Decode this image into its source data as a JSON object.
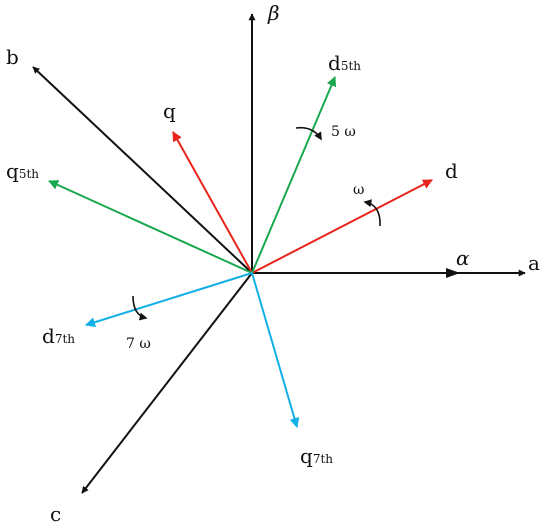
{
  "diagram": {
    "labels": {
      "a": "a",
      "b": "b",
      "c": "c",
      "alpha": "α",
      "beta": "β",
      "d": "d",
      "q": "q",
      "d5_base": "d",
      "d5_sub": "5th",
      "q5_base": "q",
      "q5_sub": "5th",
      "d7_base": "d",
      "d7_sub": "7th",
      "q7_base": "q",
      "q7_sub": "7th",
      "omega": "ω",
      "omega5": "5 ω",
      "omega7": "7 ω"
    },
    "colors": {
      "abc_axes": "#111111",
      "dq_fundamental": "#e8241c",
      "dq_5th": "#1aa84f",
      "dq_7th": "#12b0e6",
      "rotation_arrows": "#111111"
    }
  }
}
